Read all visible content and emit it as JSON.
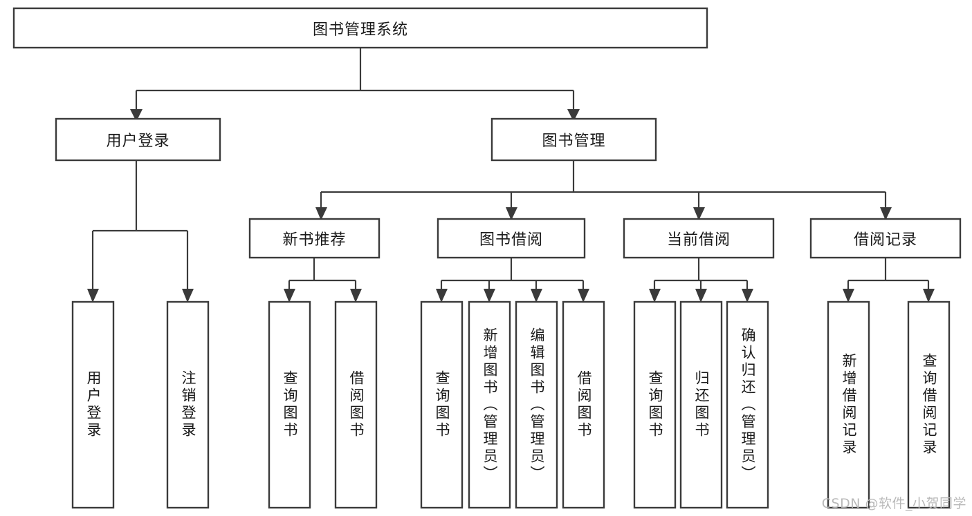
{
  "diagram": {
    "title": "图书管理系统",
    "type": "hierarchy-tree",
    "colors": {
      "box_border": "#3a3a3a",
      "box_fill": "#ffffff",
      "connector": "#3a3a3a",
      "text": "#1a1a1a",
      "background": "#ffffff",
      "watermark": "#b9b9b9"
    },
    "root": {
      "label": "图书管理系统"
    },
    "level2": [
      {
        "label": "用户登录"
      },
      {
        "label": "图书管理"
      }
    ],
    "level3": [
      {
        "label": "新书推荐"
      },
      {
        "label": "图书借阅"
      },
      {
        "label": "当前借阅"
      },
      {
        "label": "借阅记录"
      }
    ],
    "leaves": {
      "user_login": [
        {
          "label": "用户登录"
        },
        {
          "label": "注销登录"
        }
      ],
      "new_book_recommend": [
        {
          "label": "查询图书"
        },
        {
          "label": "借阅图书"
        }
      ],
      "book_borrow": [
        {
          "label": "查询图书"
        },
        {
          "label": "新增图书（管理员）"
        },
        {
          "label": "编辑图书（管理员）"
        },
        {
          "label": "借阅图书"
        }
      ],
      "current_borrow": [
        {
          "label": "查询图书"
        },
        {
          "label": "归还图书"
        },
        {
          "label": "确认归还（管理员）"
        }
      ],
      "borrow_record": [
        {
          "label": "新增借阅记录"
        },
        {
          "label": "查询借阅记录"
        }
      ]
    }
  },
  "watermark": {
    "text": "CSDN @软件_小贺同学"
  }
}
